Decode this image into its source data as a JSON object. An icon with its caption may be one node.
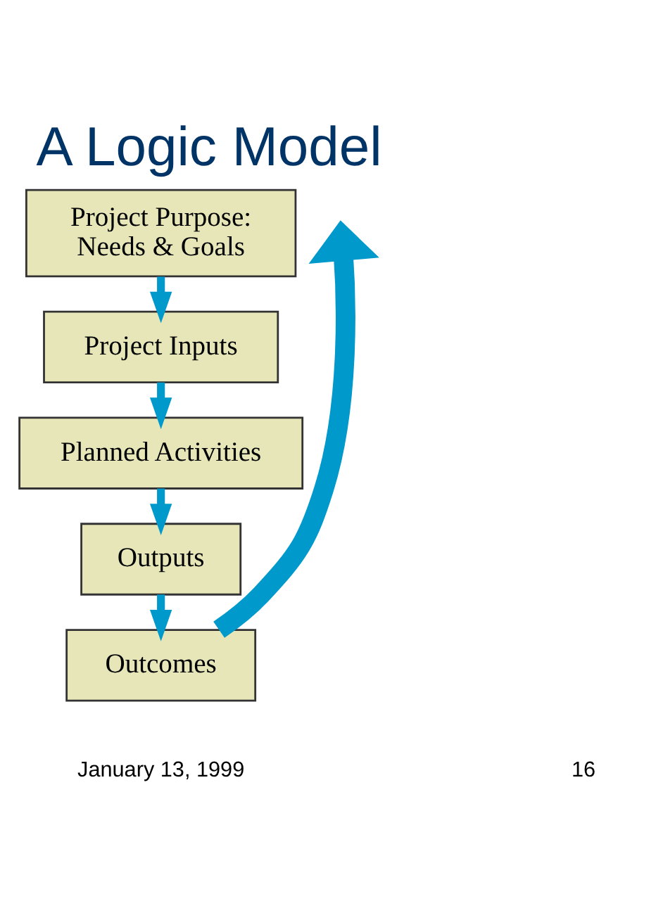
{
  "diagram": {
    "title": "A Logic Model",
    "nodes": [
      {
        "text": [
          "Project Purpose:",
          "Needs & Goals"
        ]
      },
      {
        "text": [
          "Project Inputs"
        ]
      },
      {
        "text": [
          "Planned Activities"
        ]
      },
      {
        "text": [
          "Outputs"
        ]
      },
      {
        "text": [
          "Outcomes"
        ]
      }
    ],
    "edges": [
      {
        "from": 0,
        "to": 1,
        "arrow": "to"
      },
      {
        "from": 1,
        "to": 2,
        "arrow": "to"
      },
      {
        "from": 2,
        "to": 3,
        "arrow": "to"
      },
      {
        "from": 3,
        "to": 4,
        "arrow": "to"
      },
      {
        "from": 4,
        "to": null,
        "arrow": "to",
        "style": "thick"
      }
    ],
    "labels": [
      "January 13, 1999",
      "16"
    ]
  }
}
